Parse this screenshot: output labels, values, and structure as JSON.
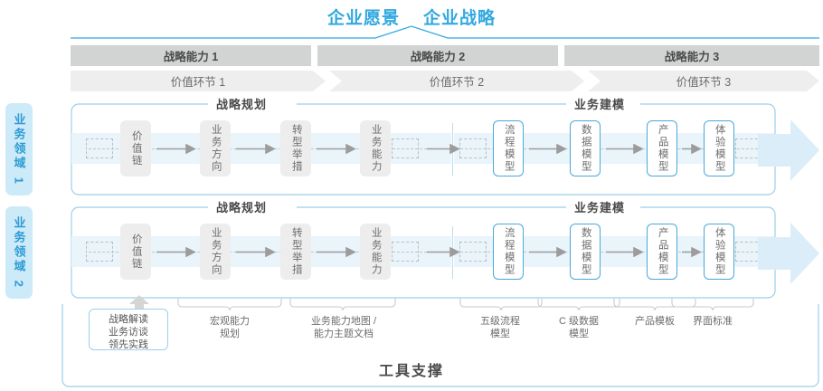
{
  "title": {
    "vision": "企业愿景",
    "strategy": "企业战略",
    "accent_color": "#31a8e0"
  },
  "capability_band": {
    "label": "战略能力",
    "items": [
      {
        "label": "战略能力 1"
      },
      {
        "label": "战略能力 2"
      },
      {
        "label": "战略能力 3"
      }
    ],
    "bg_color": "#d2d4d4"
  },
  "value_chain_band": {
    "items": [
      {
        "label": "价值环节 1"
      },
      {
        "label": "价值环节 2"
      },
      {
        "label": "价值环节 3"
      }
    ],
    "bg_color": "#eeeeee"
  },
  "side_labels": [
    {
      "label": "业务领域 1"
    },
    {
      "label": "业务领域 2"
    }
  ],
  "rows": [
    {
      "name": "业务领域 1",
      "section_left_title": "战略规划",
      "section_right_title": "业务建模",
      "left_nodes": [
        {
          "label": "价值链"
        },
        {
          "label": "业务方向"
        },
        {
          "label": "转型举措"
        },
        {
          "label": "业务能力"
        }
      ],
      "right_nodes": [
        {
          "label": "流程模型"
        },
        {
          "label": "数据模型"
        },
        {
          "label": "产品模型"
        },
        {
          "label": "体验模型"
        }
      ]
    },
    {
      "name": "业务领域 2",
      "section_left_title": "战略规划",
      "section_right_title": "业务建模",
      "left_nodes": [
        {
          "label": "价值链"
        },
        {
          "label": "业务方向"
        },
        {
          "label": "转型举措"
        },
        {
          "label": "业务能力"
        }
      ],
      "right_nodes": [
        {
          "label": "流程模型"
        },
        {
          "label": "数据模型"
        },
        {
          "label": "产品模型"
        },
        {
          "label": "体验模型"
        }
      ]
    }
  ],
  "tooling": {
    "title": "工具支撑",
    "highlight_box": "战略解读\n业务访谈\n领先实践",
    "highlight_lines": [
      "战略解读",
      "业务访谈",
      "领先实践"
    ],
    "labels": [
      {
        "lines": [
          "宏观能力",
          "规划"
        ]
      },
      {
        "lines": [
          "业务能力地图 /",
          "能力主题文档"
        ]
      },
      {
        "lines": [
          "五级流程",
          "模型"
        ]
      },
      {
        "lines": [
          "C 级数据",
          "模型"
        ]
      },
      {
        "lines": [
          "产品模板"
        ]
      },
      {
        "lines": [
          "界面标准"
        ]
      }
    ]
  },
  "colors": {
    "accent": "#31a8e0",
    "node_blue_border": "#4aa8da",
    "node_gray_bg": "#ededed",
    "band_strip": "#eaf4fb",
    "outline": "#9ccfe8",
    "side_label_bg": "#cdeaf8",
    "text_gray": "#6d6d6d"
  }
}
